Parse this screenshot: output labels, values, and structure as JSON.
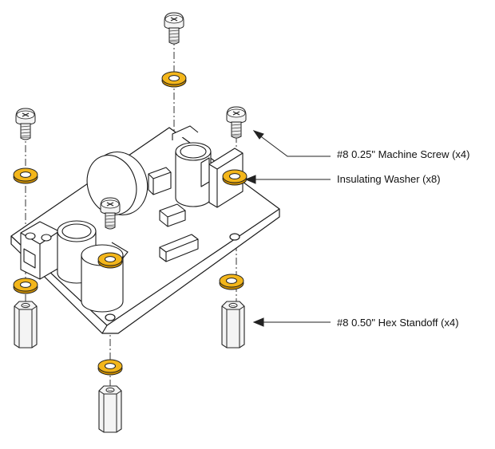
{
  "labels": {
    "screw": "#8 0.25\" Machine Screw (x4)",
    "washer": "Insulating Washer (x8)",
    "standoff": "#8 0.50\" Hex Standoff (x4)"
  },
  "colors": {
    "washer": "#f3b61b",
    "washer_dark": "#c98c00",
    "part_fill": "#ffffff",
    "hardware_fill": "#f2f2f2",
    "outline": "#1a1a1a"
  }
}
